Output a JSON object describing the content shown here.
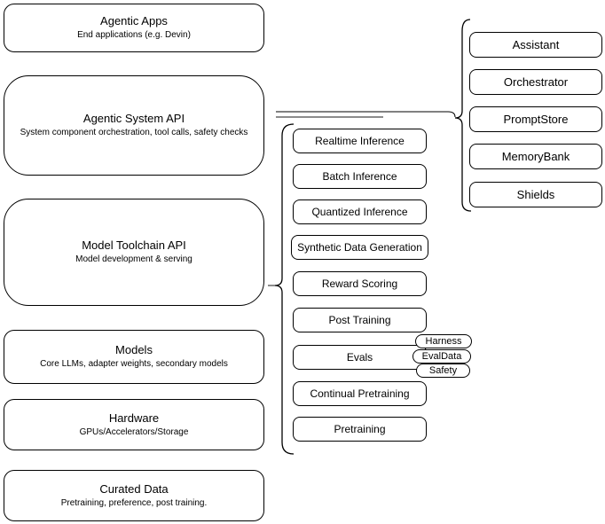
{
  "colors": {
    "background": "#ffffff",
    "stroke": "#000000",
    "connector_gray": "#8c8c8c"
  },
  "left_column": {
    "boxes": [
      {
        "title": "Agentic Apps",
        "subtitle": "End applications (e.g. Devin)"
      },
      {
        "title": "Agentic System API",
        "subtitle": "System component orchestration, tool calls, safety checks"
      },
      {
        "title": "Model Toolchain API",
        "subtitle": "Model development & serving"
      },
      {
        "title": "Models",
        "subtitle": "Core LLMs, adapter weights, secondary models"
      },
      {
        "title": "Hardware",
        "subtitle": "GPUs/Accelerators/Storage"
      },
      {
        "title": "Curated Data",
        "subtitle": "Pretraining, preference, post training."
      }
    ]
  },
  "middle_column": {
    "boxes": [
      "Realtime Inference",
      "Batch Inference",
      "Quantized Inference",
      "Synthetic Data Generation",
      "Reward Scoring",
      "Post Training",
      "Evals",
      "Continual Pretraining",
      "Pretraining"
    ]
  },
  "eval_tags": {
    "items": [
      "Harness",
      "EvalData",
      "Safety"
    ]
  },
  "right_column": {
    "boxes": [
      "Assistant",
      "Orchestrator",
      "PromptStore",
      "MemoryBank",
      "Shields"
    ]
  }
}
